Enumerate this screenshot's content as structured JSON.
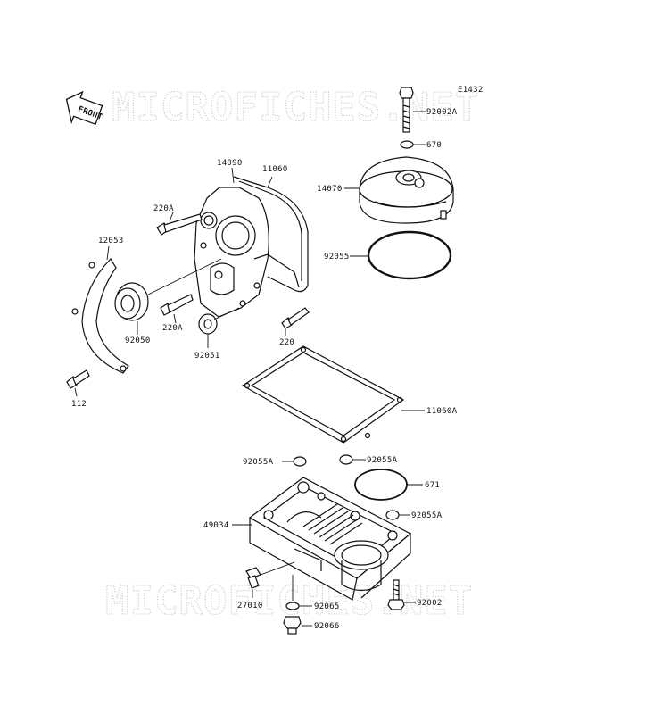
{
  "diagram_code": "E1432",
  "front_arrow_label": "FRONT",
  "watermark_text": "MICROFICHES.NET",
  "part_labels": {
    "p92002A": "92002A",
    "p670": "670",
    "p14090": "14090",
    "p11060": "11060",
    "p14070": "14070",
    "p220A_top": "220A",
    "p12053": "12053",
    "p92055": "92055",
    "p220A_bottom": "220A",
    "p92050": "92050",
    "p92051": "92051",
    "p220": "220",
    "p112": "112",
    "p11060A": "11060A",
    "p92055A_left": "92055A",
    "p92055A_mid": "92055A",
    "p671": "671",
    "p49034": "49034",
    "p92055A_right": "92055A",
    "p27010": "27010",
    "p92065": "92065",
    "p92002": "92002",
    "p92066": "92066"
  },
  "colors": {
    "line": "#111111",
    "watermark": "#c9c9c9",
    "background": "#ffffff"
  }
}
